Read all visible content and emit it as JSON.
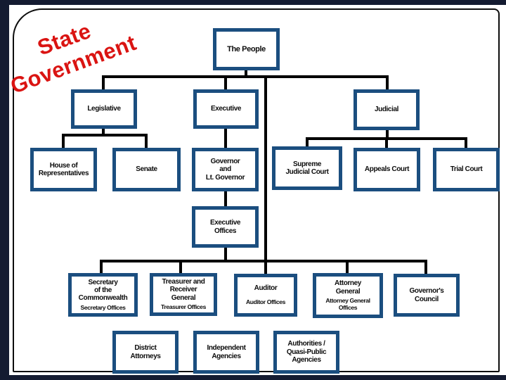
{
  "title": {
    "text": "State\nGovernment"
  },
  "colors": {
    "frame-dark": "#141b31",
    "box-border": "#1b4e7f",
    "title-red": "#da1412",
    "connector": "#000000"
  },
  "nodes": {
    "people": {
      "label": "The People"
    },
    "legislative": {
      "label": "Legislative"
    },
    "executive": {
      "label": "Executive"
    },
    "judicial": {
      "label": "Judicial"
    },
    "house": {
      "label": "House of\nRepresentatives"
    },
    "senate": {
      "label": "Senate"
    },
    "governor": {
      "label": "Governor\nand\nLt. Governor"
    },
    "supreme_court": {
      "label": "Supreme\nJudicial Court"
    },
    "appeals_court": {
      "label": "Appeals Court"
    },
    "trial_court": {
      "label": "Trial Court"
    },
    "executive_offices": {
      "label": "Executive\nOffices"
    },
    "secretary": {
      "label": "Secretary\nof the\nCommonwealth",
      "sub": "Secretary Offices"
    },
    "treasurer": {
      "label": "Treasurer and\nReceiver\nGeneral",
      "sub": "Treasurer Offices"
    },
    "auditor": {
      "label": "Auditor",
      "sub": "Auditor Offices"
    },
    "attorney_general": {
      "label": "Attorney\nGeneral",
      "sub": "Attorney General\nOffices"
    },
    "governors_council": {
      "label": "Governor's\nCouncil"
    },
    "district_attorneys": {
      "label": "District\nAttorneys"
    },
    "independent_agencies": {
      "label": "Independent\nAgencies"
    },
    "authorities": {
      "label": "Authorities /\nQuasi-Public\nAgencies"
    }
  }
}
